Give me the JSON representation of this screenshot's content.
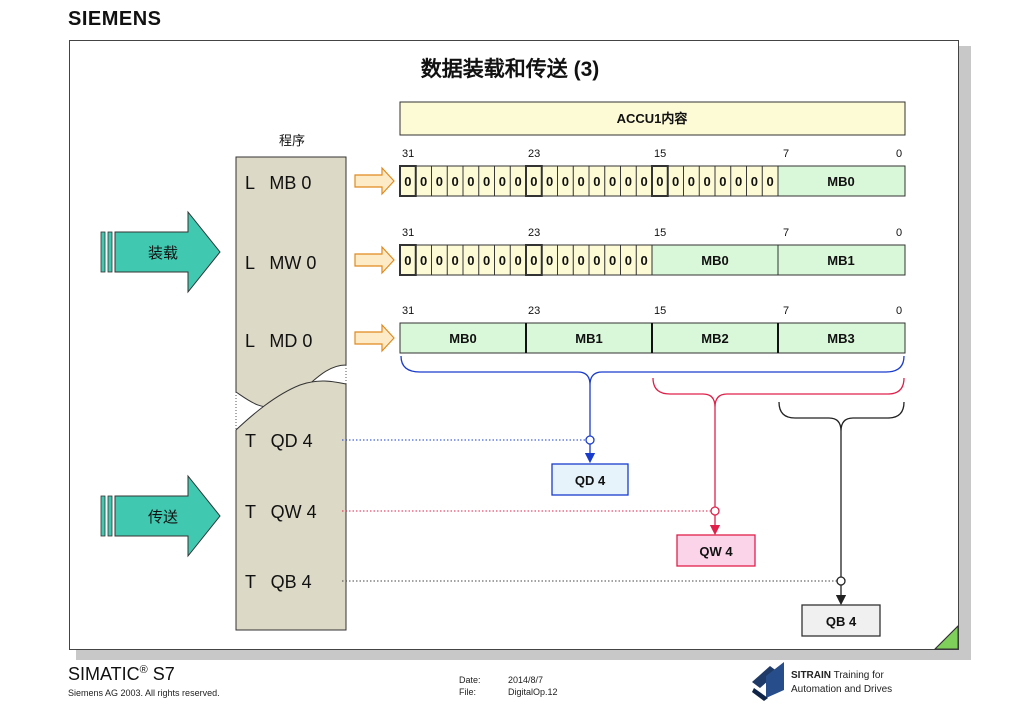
{
  "brand": "SIEMENS",
  "slide_title": "数据装载和传送 (3)",
  "accu_label": "ACCU1内容",
  "program_label": "程序",
  "load_label": "装载",
  "transfer_label": "传送",
  "bit_ticks": [
    "31",
    "23",
    "15",
    "7",
    "0"
  ],
  "zero_digit": "0",
  "instructions": {
    "l_mb0": "L   MB 0",
    "l_mw0": "L   MW 0",
    "l_md0": "L   MD 0",
    "t_qd4": "T   QD 4",
    "t_qw4": "T   QW 4",
    "t_qb4": "T   QB 4"
  },
  "bytes": {
    "mb0": "MB0",
    "mb1": "MB1",
    "mb2": "MB2",
    "mb3": "MB3"
  },
  "outputs": {
    "qd4": "QD 4",
    "qw4": "QW 4",
    "qb4": "QB 4"
  },
  "footer": {
    "product": "SIMATIC",
    "product_sup": "®",
    "product_model": " S7",
    "copyright": "Siemens AG 2003. All rights reserved.",
    "date_label": "Date:",
    "date_value": "2014/8/7",
    "file_label": "File:",
    "file_value": "DigitalOp.12",
    "sitrain_bold": "SITRAIN",
    "sitrain_rest": " Training for",
    "sitrain_line2": "Automation and Drives"
  },
  "colors": {
    "accu_fill": "#fdfbd6",
    "byte_fill": "#d9f7d9",
    "program_fill": "#dcd9c6",
    "arrow_fill": "#fdebc8",
    "arrow_stroke": "#e08a1e",
    "blue": "#1a3ccc",
    "red": "#e0204a",
    "black": "#222222",
    "qd4_fill": "#e6f3fb",
    "qw4_fill": "#fbd4ea",
    "qb4_fill": "#f0f0f0"
  }
}
